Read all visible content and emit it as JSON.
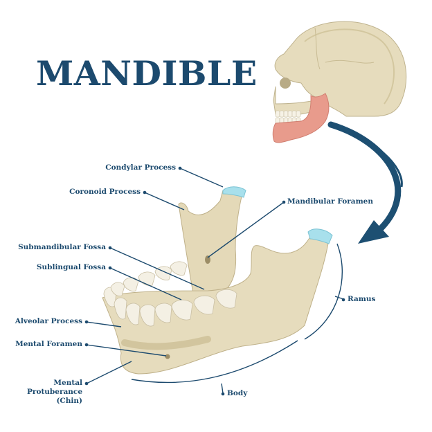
{
  "title": "MANDIBLE",
  "colors": {
    "title": "#1c4a6e",
    "label": "#1c4a6e",
    "leader_line": "#1c4a6e",
    "arrow": "#1d4f72",
    "bone": "#e6dcbd",
    "bone_shadow": "#cfc29c",
    "cartilage": "#a8e0ec",
    "mandible_highlight": "#e89b8c",
    "teeth": "#f4f0e4"
  },
  "labels": {
    "condylar_process": "Condylar Process",
    "coronoid_process": "Coronoid Process",
    "mandibular_foramen": "Mandibular Foramen",
    "submandibular_fossa": "Submandibular Fossa",
    "sublingual_fossa": "Sublingual Fossa",
    "alveolar_process": "Alveolar Process",
    "mental_foramen": "Mental Foramen",
    "mental_protuberance_line1": "Mental",
    "mental_protuberance_line2": "Protuberance",
    "mental_protuberance_line3": "(Chin)",
    "ramus": "Ramus",
    "body": "Body"
  },
  "illustrations": {
    "skull": "skull-side-view-icon",
    "mandible": "mandible-3d-icon",
    "arrow": "curved-arrow-icon"
  }
}
